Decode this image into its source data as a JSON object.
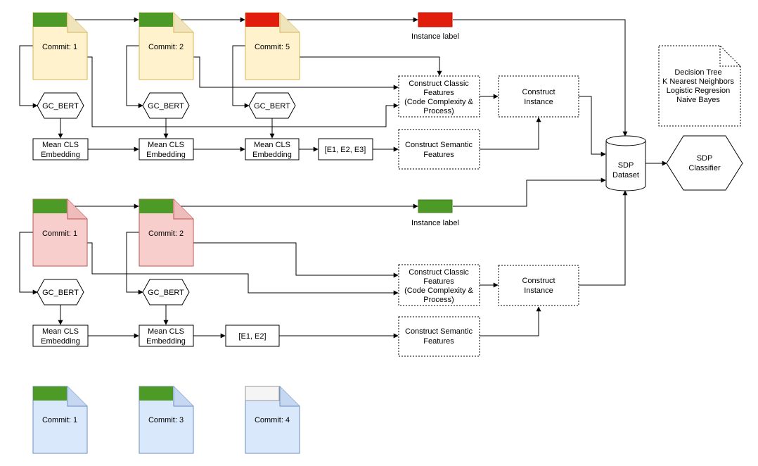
{
  "commits": {
    "top": [
      "Commit: 1",
      "Commit: 2",
      "Commit: 5"
    ],
    "mid": [
      "Commit: 1",
      "Commit: 2"
    ],
    "bottom": [
      "Commit: 1",
      "Commit: 3",
      "Commit: 4"
    ]
  },
  "gc_bert_label": "GC_BERT",
  "embedding": {
    "line1": "Mean CLS",
    "line2": "Embedding"
  },
  "vector_top": "[E1, E2, E3]",
  "vector_mid": "[E1, E2]",
  "instance_label": "Instance label",
  "classic_features": [
    "Construct Classic",
    "Features",
    "(Code Complexity &",
    "Process)"
  ],
  "semantic_features": [
    "Construct Semantic",
    "Features"
  ],
  "construct_instance": [
    "Construct",
    "Instance"
  ],
  "dataset": [
    "SDP",
    "Dataset"
  ],
  "classifier": [
    "SDP",
    "Classifier"
  ],
  "models": [
    "Decision Tree",
    "K Nearest Neighbors",
    "Logistic Regresion",
    "Naive Bayes"
  ],
  "colors": {
    "green": "#4d9a26",
    "red": "#e11d0b",
    "white_tab": "#f5f5f5",
    "yellow_doc": "#fff2cc",
    "yellow_border": "#d6b656",
    "pink_doc": "#f8cecc",
    "pink_border": "#b85450",
    "blue_doc": "#dae8fc",
    "blue_border": "#6c8ebf"
  }
}
